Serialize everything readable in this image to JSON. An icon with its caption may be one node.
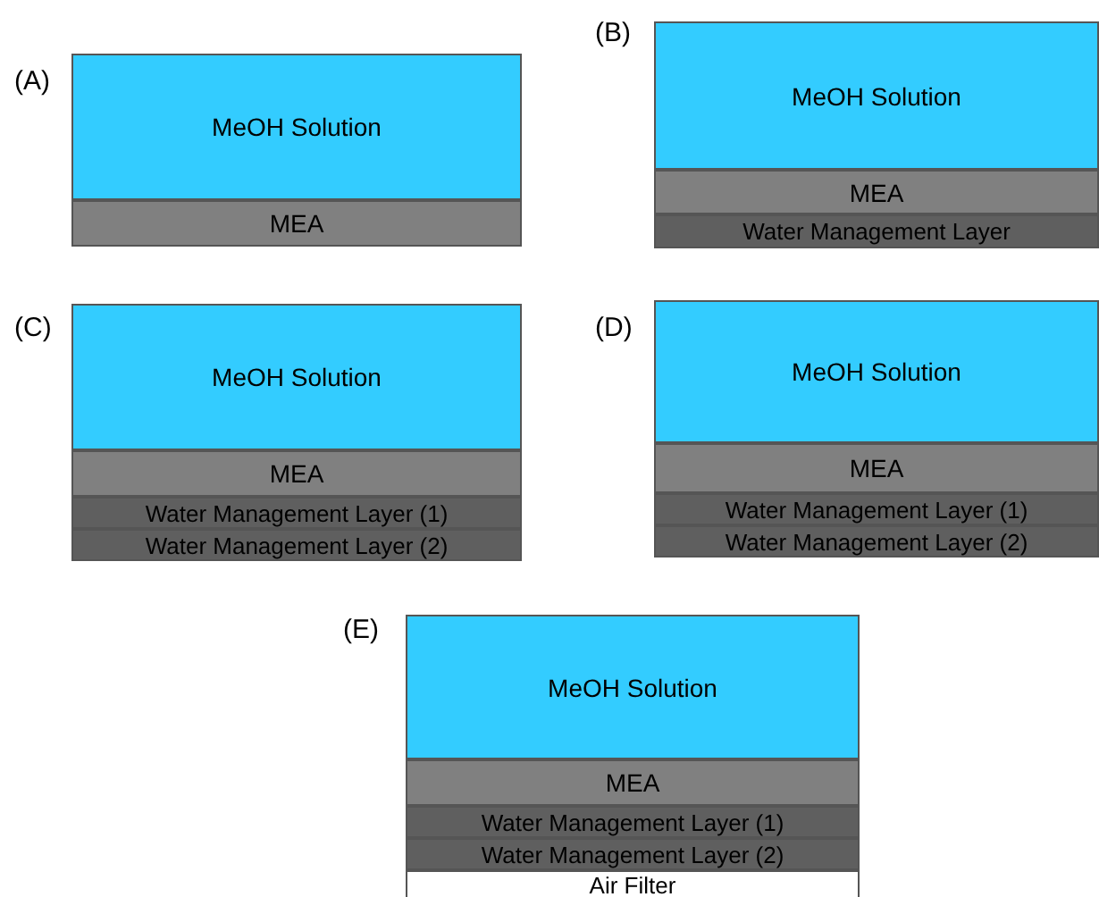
{
  "diagram": {
    "nodes": [
      {
        "text": [
          "MeOH Solution"
        ]
      },
      {
        "text": [
          "MEA"
        ]
      },
      {
        "text": [
          "MeOH Solution"
        ]
      },
      {
        "text": [
          "MEA"
        ]
      },
      {
        "text": [
          "Water Management Layer"
        ]
      },
      {
        "text": [
          "MeOH Solution"
        ]
      },
      {
        "text": [
          "MEA"
        ]
      },
      {
        "text": [
          "Water Management Layer (1)"
        ]
      },
      {
        "text": [
          "Water Management Layer (2)"
        ]
      },
      {
        "text": [
          "MeOH Solution"
        ]
      },
      {
        "text": [
          "MEA"
        ]
      },
      {
        "text": [
          "Water Management Layer (1)"
        ]
      },
      {
        "text": [
          "Water Management Layer (2)"
        ]
      },
      {
        "text": [
          "MeOH Solution"
        ]
      },
      {
        "text": [
          "MEA"
        ]
      },
      {
        "text": [
          "Water Management Layer (1)"
        ]
      },
      {
        "text": [
          "Water Management Layer (2)"
        ]
      },
      {
        "text": [
          "Air Filter"
        ]
      }
    ],
    "labels": [
      "(A)",
      "(B)",
      "(C)",
      "(D)",
      "(E)"
    ]
  }
}
